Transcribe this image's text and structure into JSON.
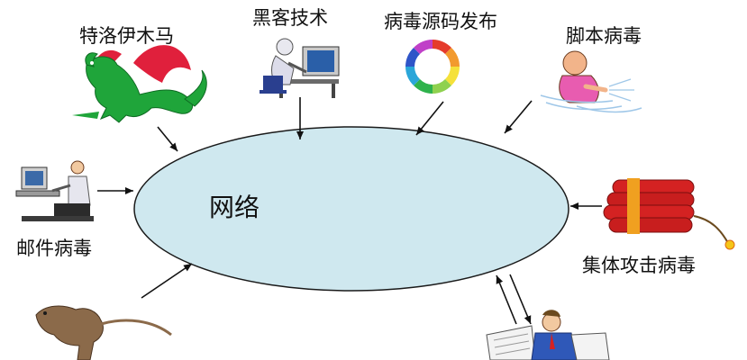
{
  "center": {
    "label": "网络"
  },
  "nodes": {
    "trojan": {
      "label": "特洛伊木马",
      "icon": "dragon-icon"
    },
    "hacker": {
      "label": "黑客技术",
      "icon": "hacker-computer-icon"
    },
    "source_release": {
      "label": "病毒源码发布",
      "icon": "color-cycle-icon"
    },
    "script_virus": {
      "label": "脚本病毒",
      "icon": "sneezing-man-icon"
    },
    "email_virus": {
      "label": "邮件病毒",
      "icon": "computer-user-icon"
    },
    "collective_attack": {
      "label": "集体攻击病毒",
      "icon": "dynamite-icon"
    },
    "bottom_left": {
      "label": "",
      "icon": "rat-icon"
    },
    "bottom_right": {
      "label": "",
      "icon": "newspaper-reader-icon"
    }
  },
  "colors": {
    "ellipse_fill": "#cfe8ef",
    "ellipse_stroke": "#1a1a1a",
    "arrow": "#111111",
    "dragon_green": "#1fa53a",
    "dragon_red": "#e0203c",
    "dynamite_red": "#d42222",
    "dynamite_band": "#f0a020"
  }
}
